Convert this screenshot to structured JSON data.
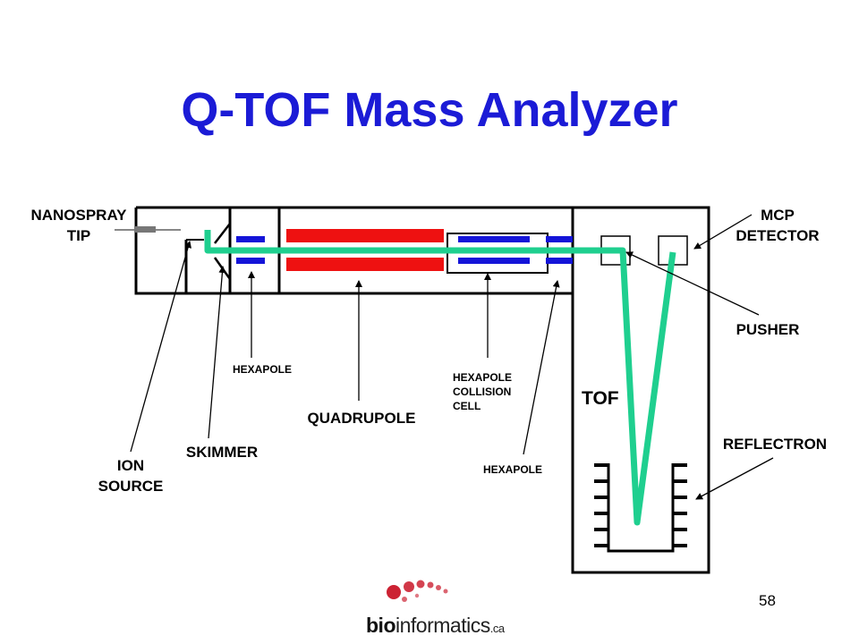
{
  "title": "Q-TOF Mass Analyzer",
  "labels": {
    "nanospray_line1": "NANOSPRAY",
    "nanospray_line2": "TIP",
    "mcp_line1": "MCP",
    "mcp_line2": "DETECTOR",
    "pusher": "PUSHER",
    "hexapole_left": "HEXAPOLE",
    "collision_line1": "HEXAPOLE",
    "collision_line2": "COLLISION",
    "collision_line3": "CELL",
    "tof": "TOF",
    "quadrupole": "QUADRUPOLE",
    "reflectron": "REFLECTRON",
    "skimmer": "SKIMMER",
    "ion_source_line1": "ION",
    "ion_source_line2": "SOURCE",
    "hexapole_right": "HEXAPOLE"
  },
  "page_number": "58",
  "logo": {
    "bold": "bio",
    "regular": "informatics",
    "suffix": ".ca"
  },
  "colors": {
    "title": "#1b1bd6",
    "ion_path": "#1fcf8f",
    "quadrupole_rods": "#ee1111",
    "hexapole_rods": "#1414d8",
    "logo_dots": "#cc2233"
  }
}
